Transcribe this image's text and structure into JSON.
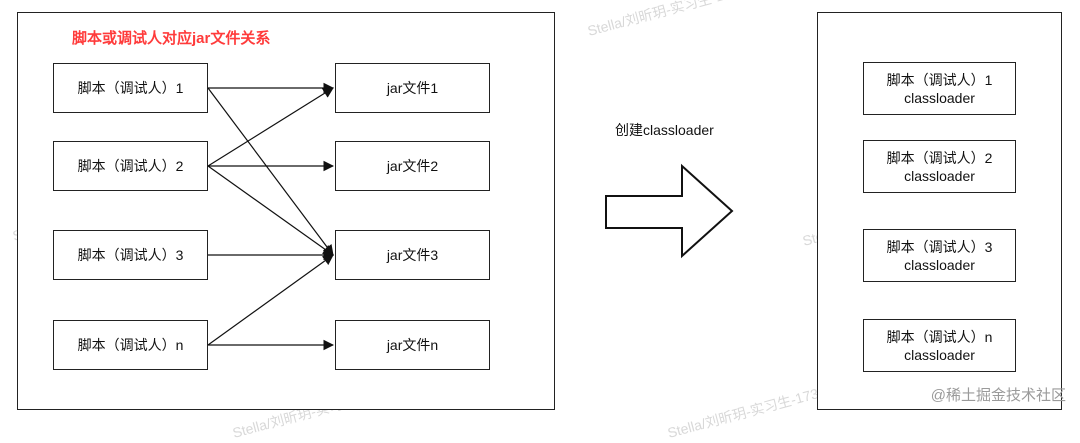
{
  "diagram": {
    "title": "脚本或调试人对应jar文件关系",
    "scripts": [
      "脚本（调试人）1",
      "脚本（调试人）2",
      "脚本（调试人）3",
      "脚本（调试人）n"
    ],
    "jars": [
      "jar文件1",
      "jar文件2",
      "jar文件3",
      "jar文件n"
    ],
    "arrow_label": "创建classloader",
    "loaders": [
      {
        "line1": "脚本（调试人）1",
        "line2": "classloader"
      },
      {
        "line1": "脚本（调试人）2",
        "line2": "classloader"
      },
      {
        "line1": "脚本（调试人）3",
        "line2": "classloader"
      },
      {
        "line1": "脚本（调试人）n",
        "line2": "classloader"
      }
    ]
  },
  "watermarks": [
    "Stella/刘昕玥-实习生-1736"
  ],
  "brand": "@稀土掘金技术社区"
}
